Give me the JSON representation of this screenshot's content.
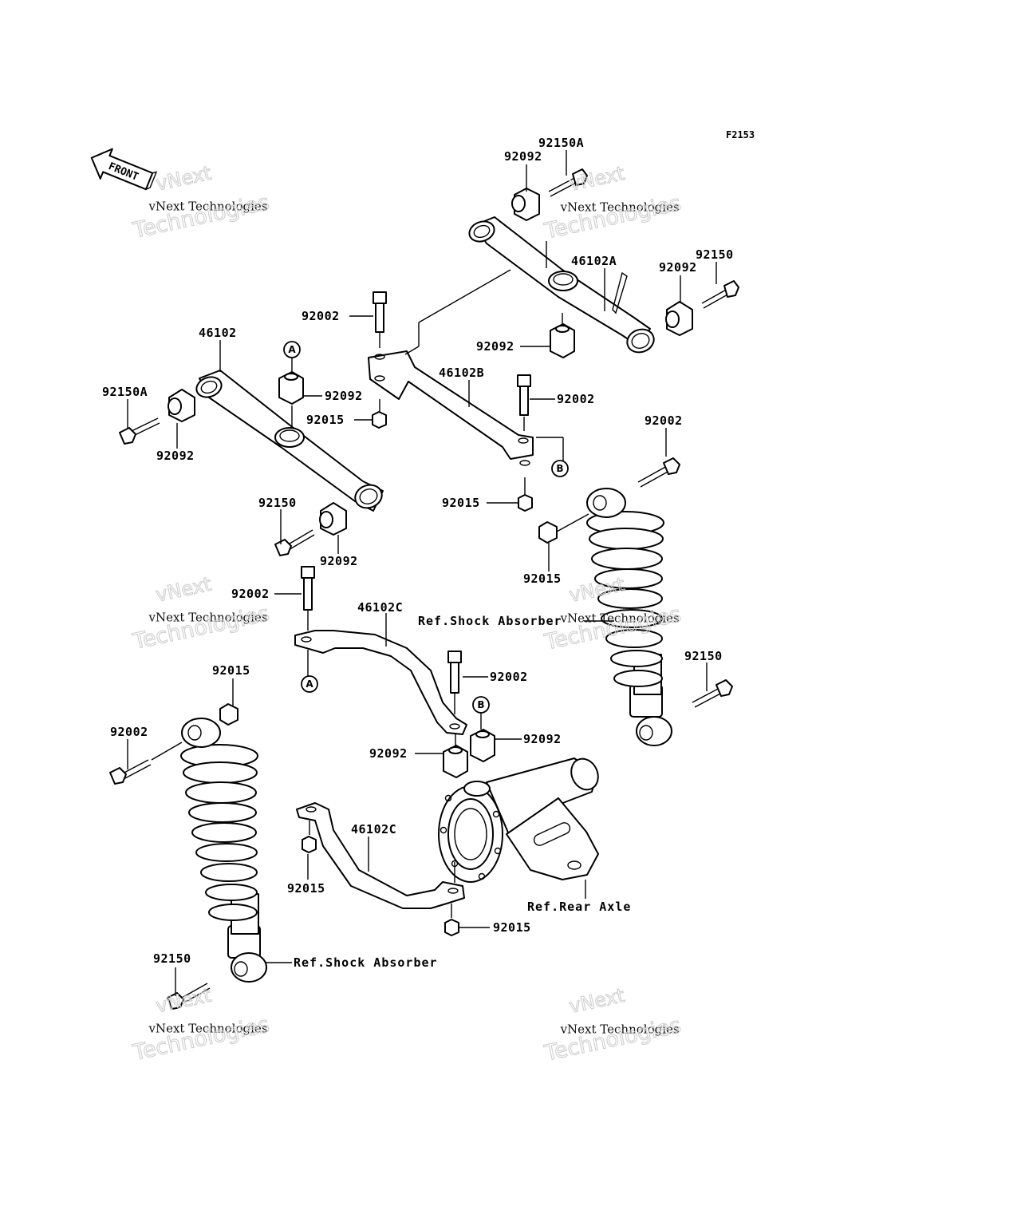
{
  "figure_id": "F2153",
  "front_label": "FRONT",
  "watermark": {
    "line1": "vNext",
    "line2": "vNext Technologies",
    "line3": "Technologies"
  },
  "callouts": {
    "circle_a": "A",
    "circle_b": "B"
  },
  "labels": {
    "p92150A_top": "92150A",
    "p92092_top": "92092",
    "p46102A": "46102A",
    "p92092_right": "92092",
    "p92150_right": "92150",
    "p92002_top": "92002",
    "p92092_mid": "92092",
    "p46102": "46102",
    "p92150A_left": "92150A",
    "p92092_center": "92092",
    "p92015_center": "92015",
    "p46102B": "46102B",
    "p92002_midright": "92002",
    "p92092_left": "92092",
    "p92150_left": "92150",
    "p92092_low": "92092",
    "p92015_bracket": "92015",
    "p92002_shock_right": "92002",
    "p92015_shock_right": "92015",
    "p92002_left": "92002",
    "p46102C_upper": "46102C",
    "p92002_axle": "92002",
    "p92150_shock_right": "92150",
    "p92015_left": "92015",
    "p92002_shock_left": "92002",
    "p92092_axle_right": "92092",
    "p92092_axle_left": "92092",
    "p46102C_lower": "46102C",
    "p92015_lower_left": "92015",
    "p92015_lower_right": "92015",
    "p92150_bottom": "92150"
  },
  "references": {
    "shock_absorber_upper": "Ref.Shock Absorber",
    "rear_axle": "Ref.Rear Axle",
    "shock_absorber_lower": "Ref.Shock Absorber"
  }
}
